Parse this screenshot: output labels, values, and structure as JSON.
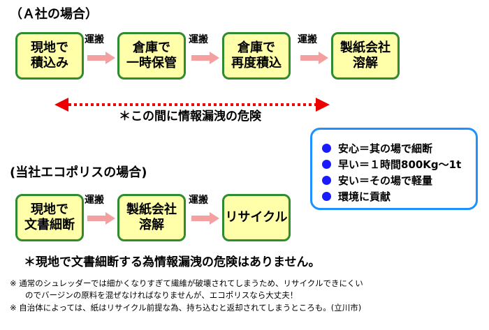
{
  "sectionA": {
    "title": "（Ａ社の場合）",
    "boxes": [
      "現地で\n積込み",
      "倉庫で\n一時保管",
      "倉庫で\n再度積込",
      "製紙会社\n溶解"
    ],
    "arrow_label": "運搬",
    "danger_text": "＊この間に情報漏洩の危険"
  },
  "benefits": [
    "安心＝其の場で細断",
    "早い＝１時間800Kg～1t",
    "安い＝その場で軽量",
    "環境に貢献"
  ],
  "sectionB": {
    "title": "(当社エコポリスの場合)",
    "boxes": [
      "現地で\n文書細断",
      "製紙会社\n溶解",
      "リサイクル"
    ],
    "arrow_label": "運搬",
    "note": "＊現地で文書細断する為情報漏洩の危険はありません。"
  },
  "footnotes": [
    "※ 通常のシュレッダーでは細かくなりすぎて繊維が破壊されてしまうため、リサイクルできにくい",
    "のでバージンの原料を混ぜなければなりませんが、エコポリスなら大丈夫！",
    "※ 自治体によっては、紙はリサイクル前提な為、持ち込むと返却されてしまうところも。(立川市)"
  ]
}
